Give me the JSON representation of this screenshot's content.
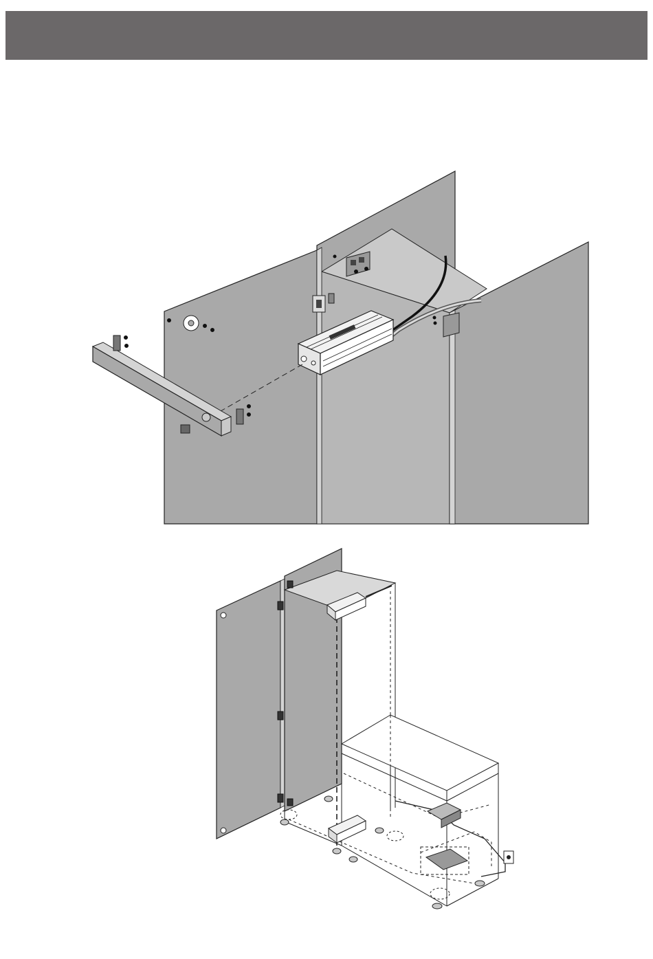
{
  "header": {
    "title": "",
    "bar_color": "#6b6869"
  },
  "figures": [
    {
      "id": "installation-closeup",
      "icons": [
        "tall-side-panel",
        "cabinet-side-panel",
        "door-panel",
        "hinge-icon",
        "mounting-plate-icon",
        "push-to-open-drive-unit",
        "power-cable",
        "adapter-rail",
        "drive-lever-arm",
        "screw-icon",
        "dowel-icon"
      ]
    },
    {
      "id": "cabinet-overview",
      "icons": [
        "open-door",
        "tall-cabinet-carcass",
        "base-cabinet-carcass",
        "drive-unit-top",
        "drive-unit-bottom",
        "hinge-icon",
        "cable-icon",
        "power-supply-icon",
        "wall-socket-icon",
        "leveling-foot-icon"
      ]
    }
  ],
  "colors": {
    "panel_fill": "#a9a9a9",
    "panel_light": "#c9c9c9",
    "panel_edge": "#d4d4d4",
    "line": "#222222",
    "white": "#ffffff"
  }
}
